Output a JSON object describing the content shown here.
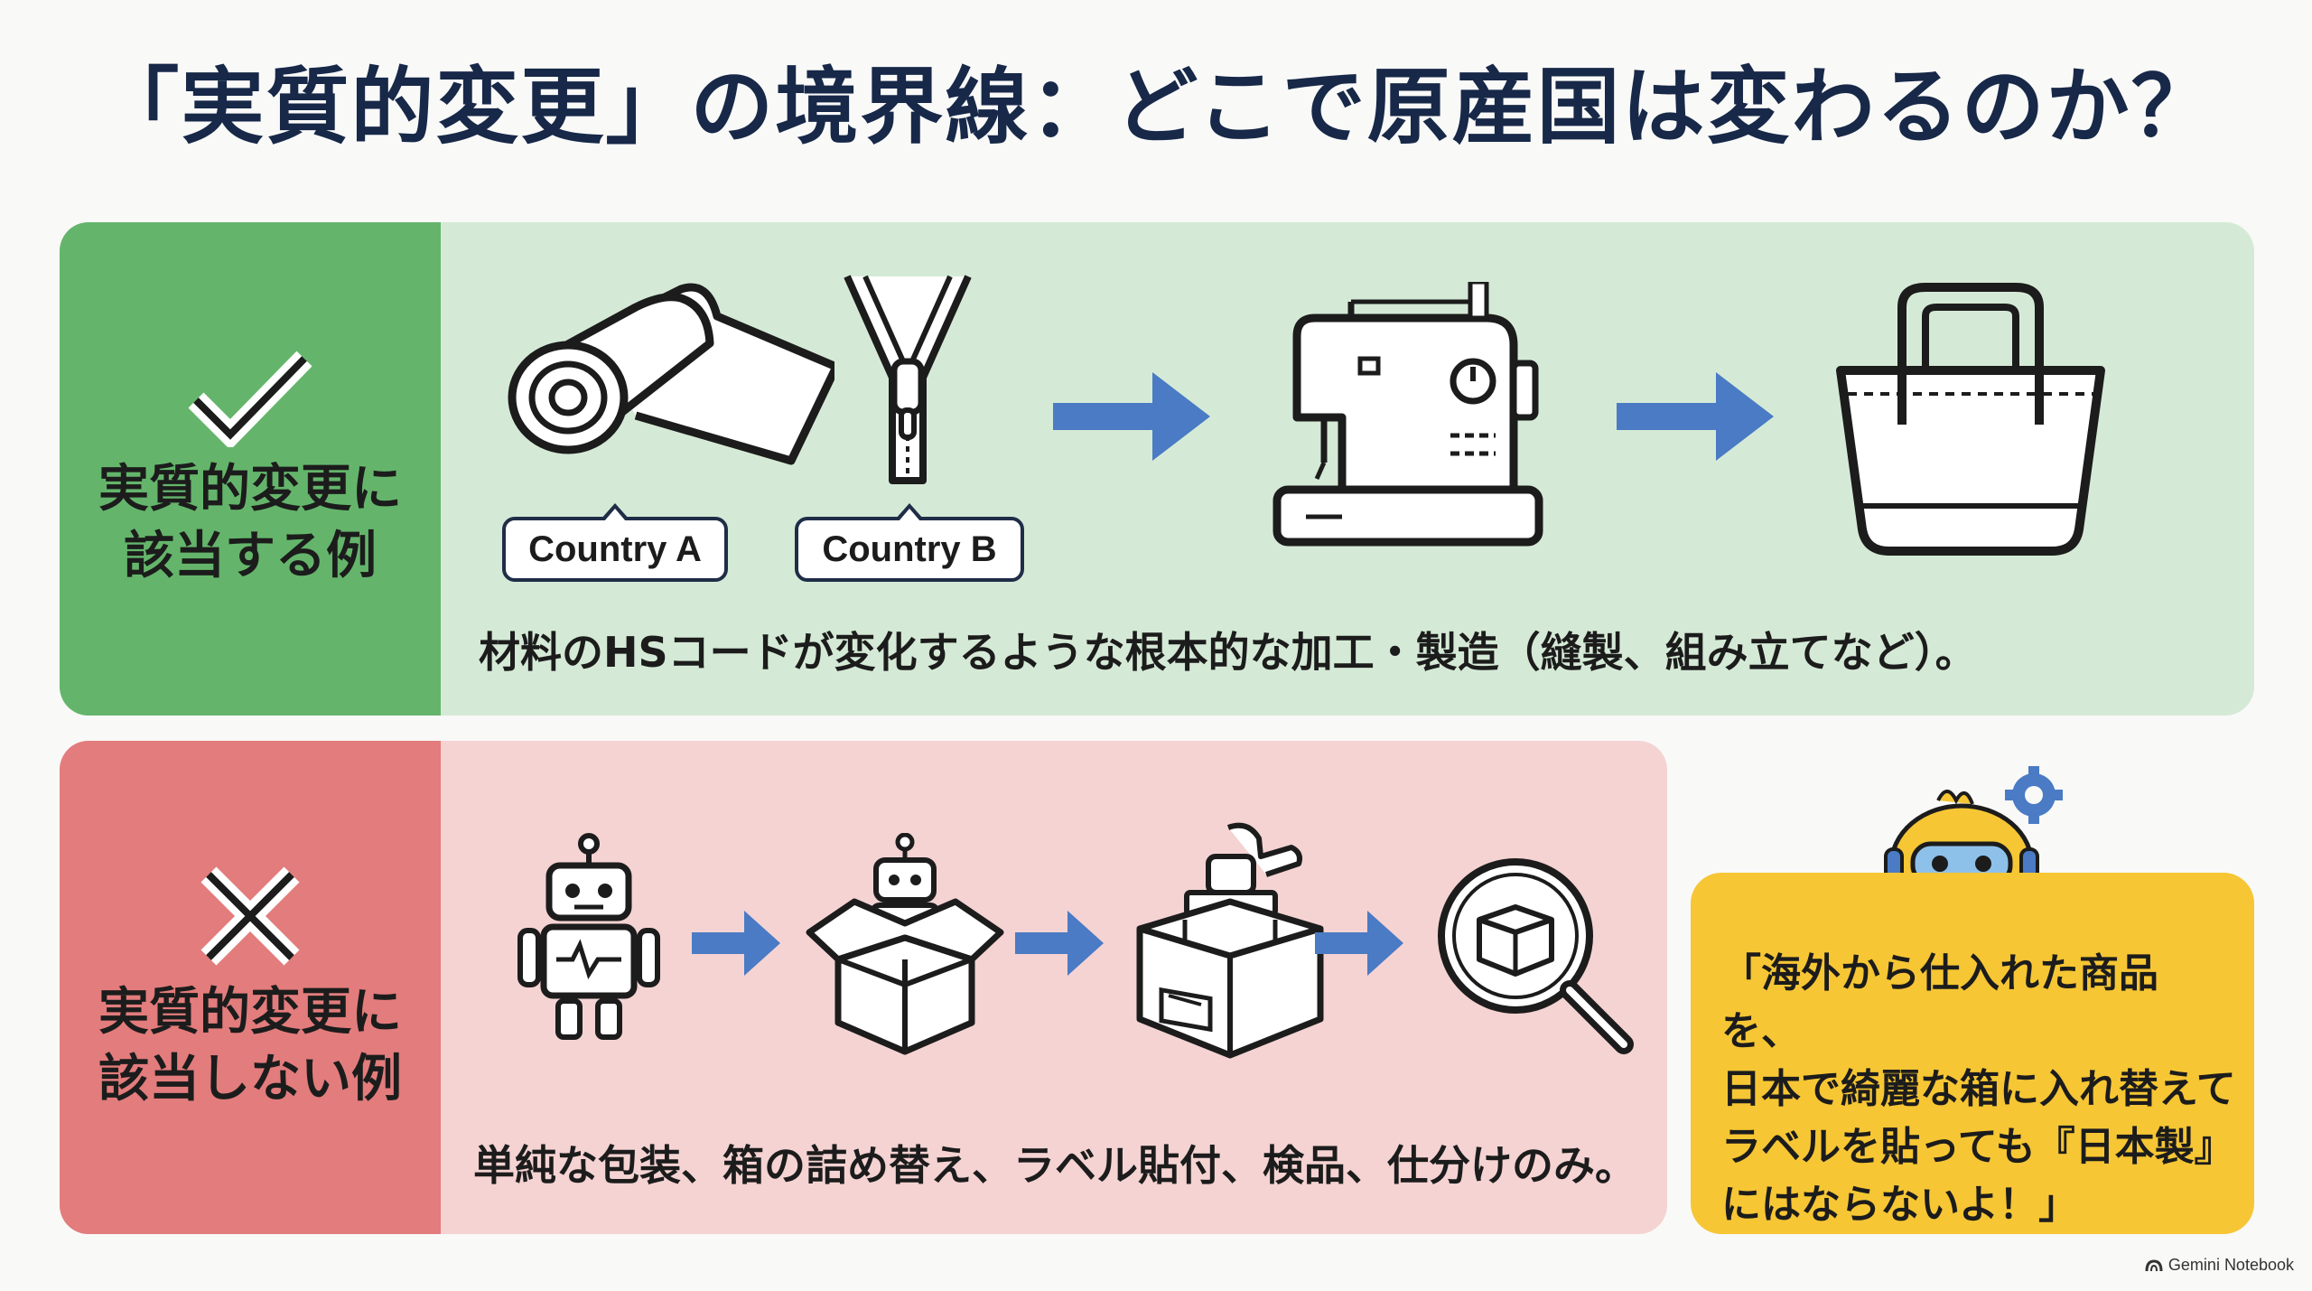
{
  "title": "「実質的変更」の境界線：どこで原産国は変わるのか？",
  "qualifying": {
    "label": "実質的変更に\n該当する例",
    "icon": "checkmark-icon",
    "tags": [
      "Country A",
      "Country B"
    ],
    "caption": "材料のHSコードが変化するような根本的な加工・製造（縫製、組み立てなど）。",
    "steps": [
      "fabric-roll-icon",
      "zipper-icon",
      "sewing-machine-icon",
      "tote-bag-icon"
    ],
    "colors": {
      "panel": "#d5ead6",
      "label_bg": "#64b56b"
    }
  },
  "non_qualifying": {
    "label": "実質的変更に\n該当しない例",
    "icon": "cross-icon",
    "caption": "単純な包装、箱の詰め替え、ラベル貼付、検品、仕分けのみ。",
    "steps": [
      "robot-icon",
      "robot-in-box-icon",
      "stamped-box-icon",
      "magnifier-inspection-icon"
    ],
    "colors": {
      "panel": "#f5d3d3",
      "label_bg": "#e37c7c"
    }
  },
  "mascot": {
    "icon": "chick-robot-mascot-icon",
    "speech": "「海外から仕入れた商品を、\n日本で綺麗な箱に入れ替えて\nラベルを貼っても『日本製』\nにはならないよ！」"
  },
  "colors": {
    "title": "#172848",
    "arrow": "#4a7bc4",
    "speech_bg": "#f6c634"
  },
  "watermark": "Gemini Notebook"
}
